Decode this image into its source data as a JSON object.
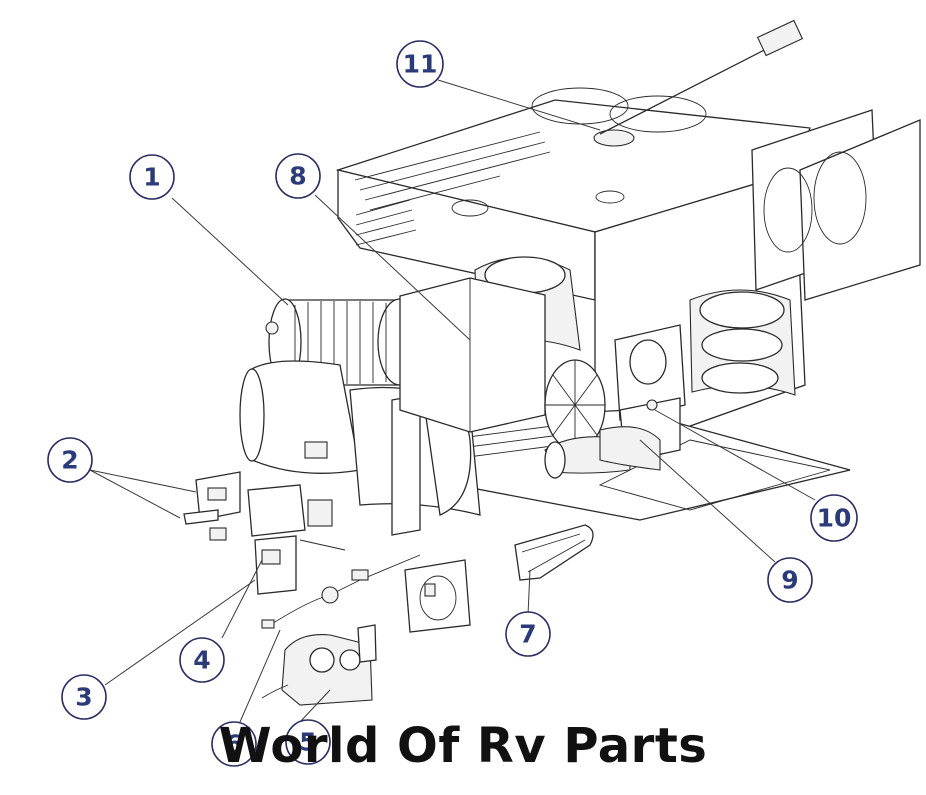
{
  "watermark": {
    "text": "World Of Rv Parts"
  },
  "callouts": [
    {
      "id": "1",
      "label": "1"
    },
    {
      "id": "2",
      "label": "2"
    },
    {
      "id": "3",
      "label": "3"
    },
    {
      "id": "4",
      "label": "4"
    },
    {
      "id": "5",
      "label": "5"
    },
    {
      "id": "6",
      "label": "6"
    },
    {
      "id": "7",
      "label": "7"
    },
    {
      "id": "8",
      "label": "8"
    },
    {
      "id": "9",
      "label": "9"
    },
    {
      "id": "10",
      "label": "10"
    },
    {
      "id": "11",
      "label": "11"
    }
  ],
  "colors": {
    "callout_text": "#2b3a78",
    "line": "#2a2a2a",
    "background": "#ffffff"
  }
}
